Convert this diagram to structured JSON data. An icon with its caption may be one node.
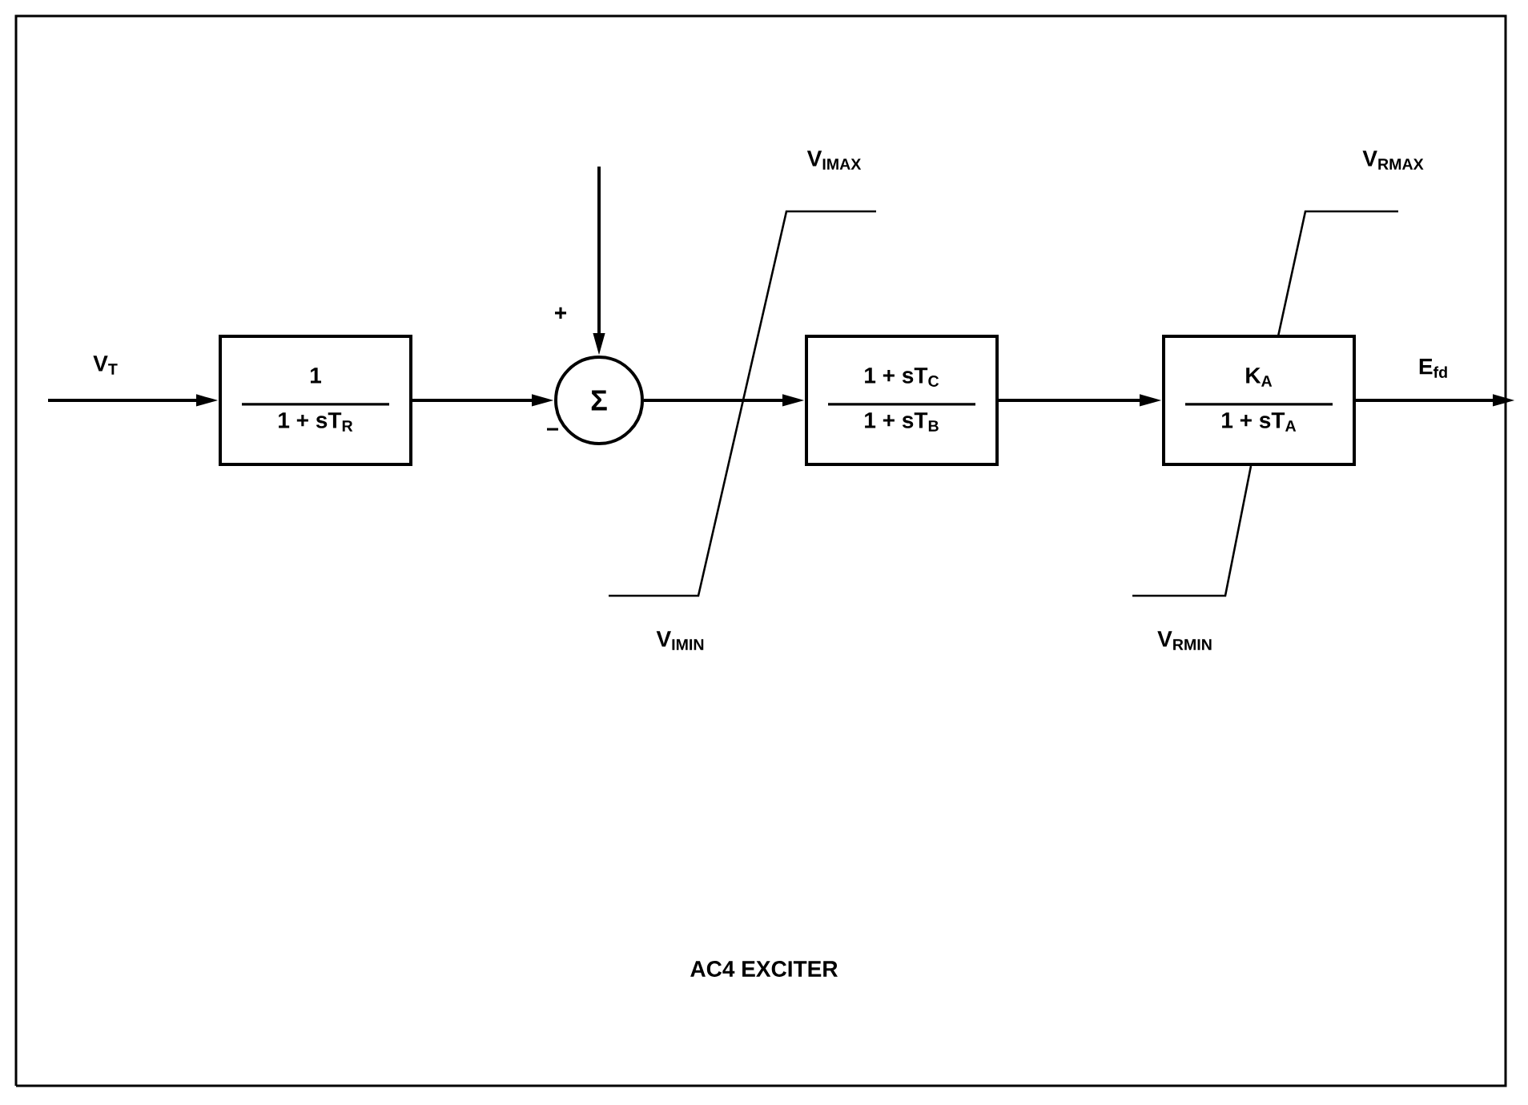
{
  "diagram": {
    "caption": "AC4 EXCITER",
    "nodes": [
      {
        "text": [
          "1",
          "1 + sT$_{R}$"
        ]
      },
      {
        "text": [
          "Σ"
        ]
      },
      {
        "text": [
          "1 + sT$_{C}$",
          "1 + sT$_{B}$"
        ]
      },
      {
        "text": [
          "K$_{A}$",
          "1 + sT$_{A}$"
        ]
      }
    ],
    "edges": [
      {
        "from": null,
        "to": 0,
        "arrow": "to",
        "label": "V$_{T}$"
      },
      {
        "from": 0,
        "to": 1,
        "arrow": "to"
      },
      {
        "from": null,
        "to": 1,
        "arrow": "to"
      },
      {
        "from": 1,
        "to": 2,
        "arrow": "to"
      },
      {
        "from": 2,
        "to": 3,
        "arrow": "to"
      },
      {
        "from": 3,
        "to": null,
        "arrow": "to",
        "label": "E$_{fd}$"
      }
    ],
    "labels": [
      "+",
      "−",
      "V$_{IMAX}$",
      "V$_{IMIN}$",
      "V$_{RMAX}$",
      "V$_{RMIN}$"
    ]
  }
}
